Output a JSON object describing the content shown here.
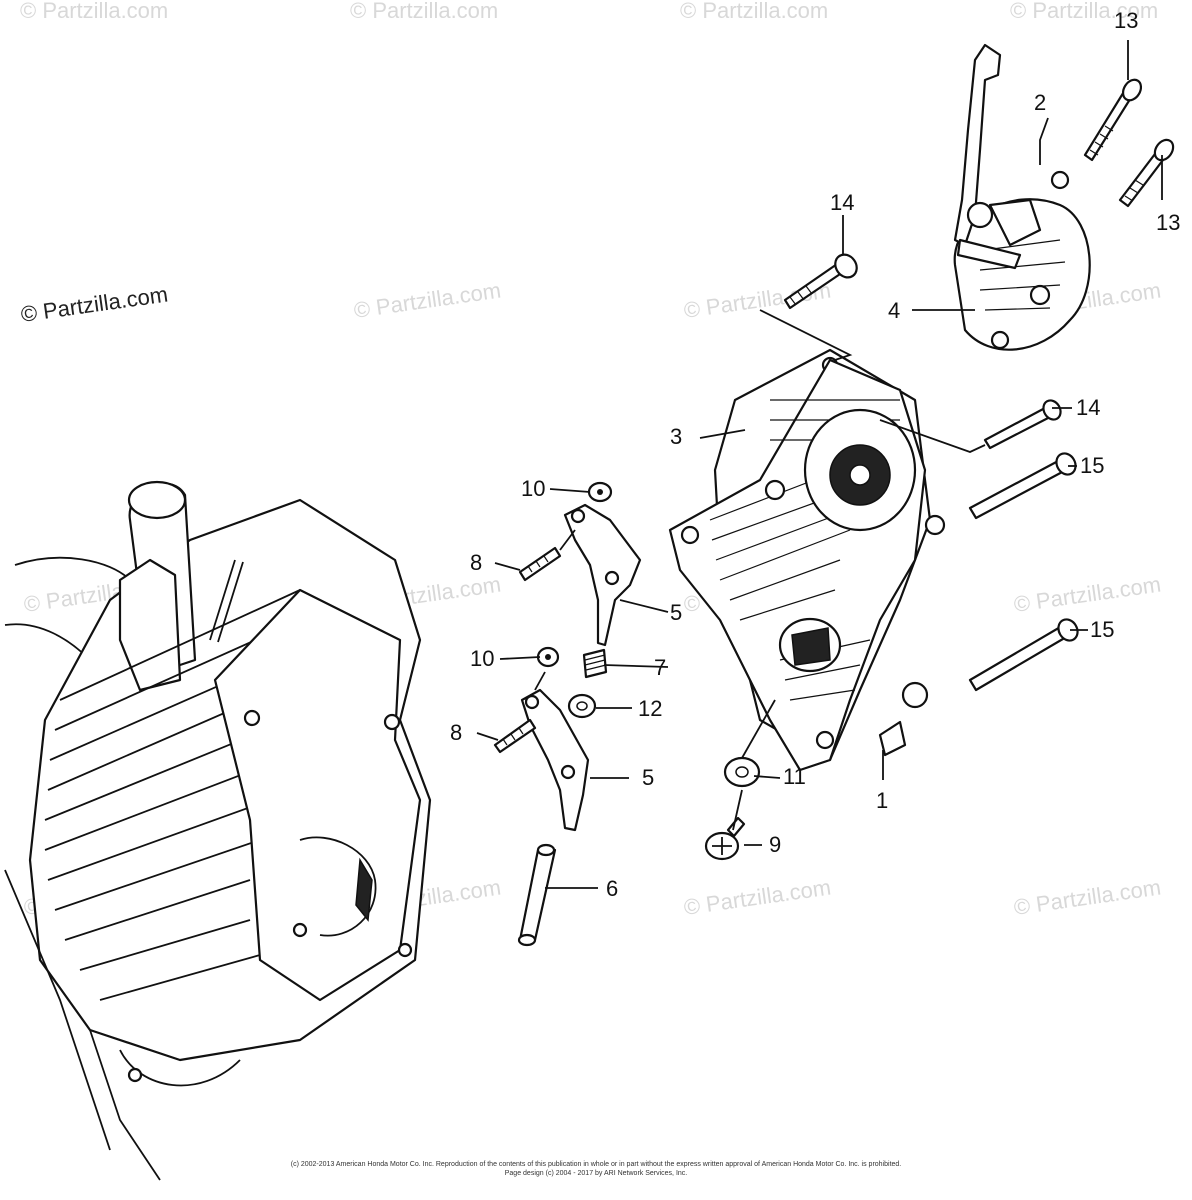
{
  "watermark": {
    "main": "© Partzilla.com",
    "repeat": "© Partzilla.com"
  },
  "callouts": {
    "c1": "1",
    "c2": "2",
    "c3": "3",
    "c4": "4",
    "c5a": "5",
    "c5b": "5",
    "c6": "6",
    "c7": "7",
    "c8a": "8",
    "c8b": "8",
    "c9": "9",
    "c10a": "10",
    "c10b": "10",
    "c11": "11",
    "c12": "12",
    "c13a": "13",
    "c13b": "13",
    "c14a": "14",
    "c14b": "14",
    "c15a": "15",
    "c15b": "15"
  },
  "footer": {
    "line1": "(c) 2002-2013 American Honda Motor Co. Inc. Reproduction of the contents of this publication in whole or in part without the express written approval of American Honda Motor Co. Inc. is prohibited.",
    "line2": "Page design (c) 2004 - 2017 by ARI Network Services, Inc."
  }
}
